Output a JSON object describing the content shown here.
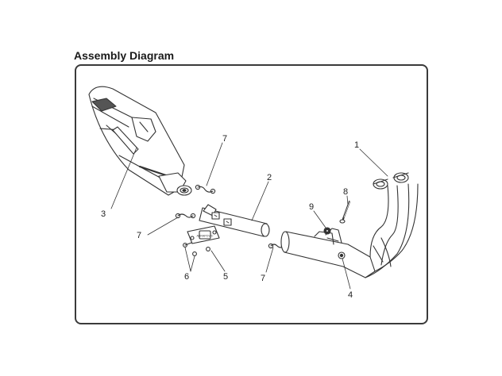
{
  "title": "Assembly Diagram",
  "badge_text": "AKRAPOVIC",
  "callouts": {
    "c1": "1",
    "c2": "2",
    "c3": "3",
    "c4": "4",
    "c5": "5",
    "c6": "6",
    "c7a": "7",
    "c7b": "7",
    "c7c": "7",
    "c8": "8",
    "c9": "9"
  }
}
